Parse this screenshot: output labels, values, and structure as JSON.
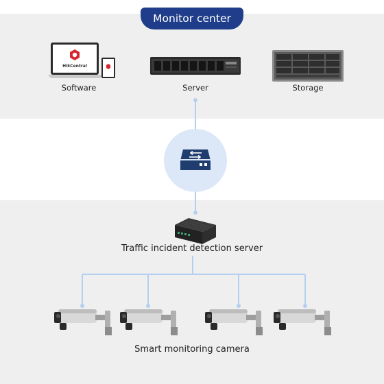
{
  "header": {
    "title": "Monitor center"
  },
  "devices": {
    "software": {
      "label": "Software",
      "logo_text": "HikCentral"
    },
    "server": {
      "label": "Server"
    },
    "storage": {
      "label": "Storage"
    }
  },
  "switch": {
    "icon": "switch-icon"
  },
  "edge_server": {
    "label": "Traffic incident detection server"
  },
  "cameras": {
    "label": "Smart monitoring camera",
    "count": 4
  },
  "colors": {
    "panel_bg": "#efefef",
    "badge_bg": "#1f3d8a",
    "connector": "#b5cff0",
    "switch_circle": "#dce8f8",
    "switch_icon": "#1f3d6e",
    "logo_red": "#d7262f"
  }
}
